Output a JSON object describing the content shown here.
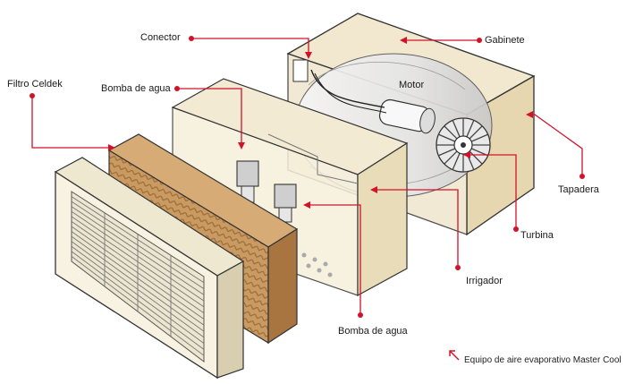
{
  "labels": {
    "conector": "Conector",
    "gabinete": "Gabinete",
    "filtro_celdek": "Filtro Celdek",
    "bomba_agua_top": "Bomba de agua",
    "motor": "Motor",
    "tapadera": "Tapadera",
    "turbina": "Turbina",
    "irrigador": "Irrigador",
    "bomba_agua_bottom": "Bomba de agua"
  },
  "caption": {
    "text": "Equipo de aire evaporativo Master Cool"
  },
  "colors": {
    "leader": "#d3122a",
    "cabinet": "#ece1c4",
    "cabinet_side": "#d9caa2",
    "pad": "#c08a52",
    "grille": "#f3ecd8",
    "outline": "#333333"
  }
}
